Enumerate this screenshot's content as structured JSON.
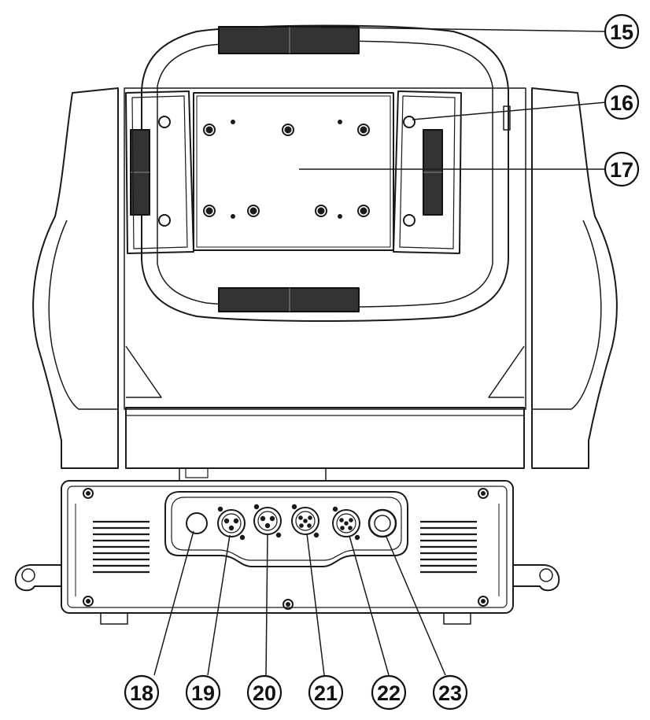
{
  "figure": {
    "callouts": [
      {
        "id": "15",
        "label": "15"
      },
      {
        "id": "16",
        "label": "16"
      },
      {
        "id": "17",
        "label": "17"
      },
      {
        "id": "18",
        "label": "18"
      },
      {
        "id": "19",
        "label": "19"
      },
      {
        "id": "20",
        "label": "20"
      },
      {
        "id": "21",
        "label": "21"
      },
      {
        "id": "22",
        "label": "22"
      },
      {
        "id": "23",
        "label": "23"
      }
    ]
  }
}
